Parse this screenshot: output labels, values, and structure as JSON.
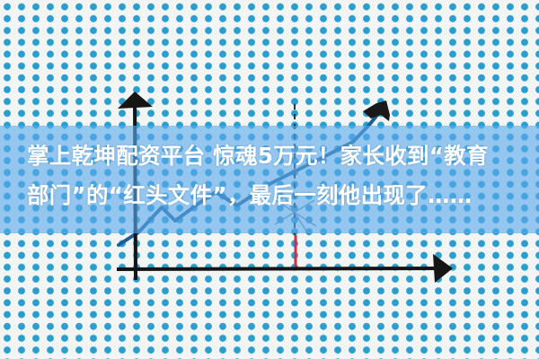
{
  "image": {
    "description": "Hand-drawn line graph on dotted paper with a blue caption banner",
    "background_dot_color": "#2a9fcf",
    "band_color": "#5aaaeb",
    "line_color": "#1d5f95",
    "axis_color": "#151515",
    "marker_color": "#d0303c"
  },
  "caption": {
    "line1": "掌上乾坤配资平台 惊魂5万元！家长收到“教育",
    "line2": "部门”的“红头文件”，最后一刻他出现了……"
  }
}
